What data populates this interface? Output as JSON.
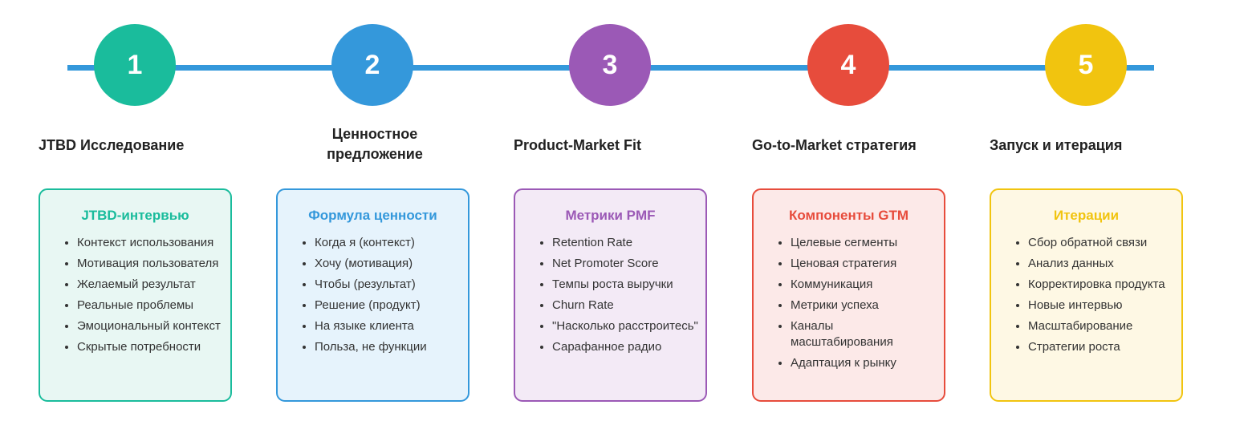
{
  "colors": {
    "timeline": "#3498db"
  },
  "steps": [
    {
      "number": "1",
      "title": "JTBD Исследование",
      "color": "#1abc9c",
      "box": {
        "heading": "JTBD-интервью",
        "items": [
          "Контекст использования",
          "Мотивация пользователя",
          "Желаемый результат",
          "Реальные проблемы",
          "Эмоциональный контекст",
          "Скрытые потребности"
        ]
      }
    },
    {
      "number": "2",
      "title": "Ценностное предложение",
      "color": "#3498db",
      "box": {
        "heading": "Формула ценности",
        "items": [
          "Когда я (контекст)",
          "Хочу (мотивация)",
          "Чтобы (результат)",
          "Решение (продукт)",
          "На языке клиента",
          "Польза, не функции"
        ]
      }
    },
    {
      "number": "3",
      "title": "Product-Market Fit",
      "color": "#9b59b6",
      "box": {
        "heading": "Метрики PMF",
        "items": [
          "Retention Rate",
          "Net Promoter Score",
          "Темпы роста выручки",
          "Churn Rate",
          "\"Насколько расстроитесь\"",
          "Сарафанное радио"
        ]
      }
    },
    {
      "number": "4",
      "title": "Go-to-Market стратегия",
      "color": "#e74c3c",
      "box": {
        "heading": "Компоненты GTM",
        "items": [
          "Целевые сегменты",
          "Ценовая стратегия",
          "Коммуникация",
          "Метрики успеха",
          "Каналы масштабирования",
          "Адаптация к рынку"
        ]
      }
    },
    {
      "number": "5",
      "title": "Запуск и итерация",
      "color": "#f1c40f",
      "box": {
        "heading": "Итерации",
        "items": [
          "Сбор обратной связи",
          "Анализ данных",
          "Корректировка продукта",
          "Новые интервью",
          "Масштабирование",
          "Стратегии роста"
        ]
      }
    }
  ]
}
